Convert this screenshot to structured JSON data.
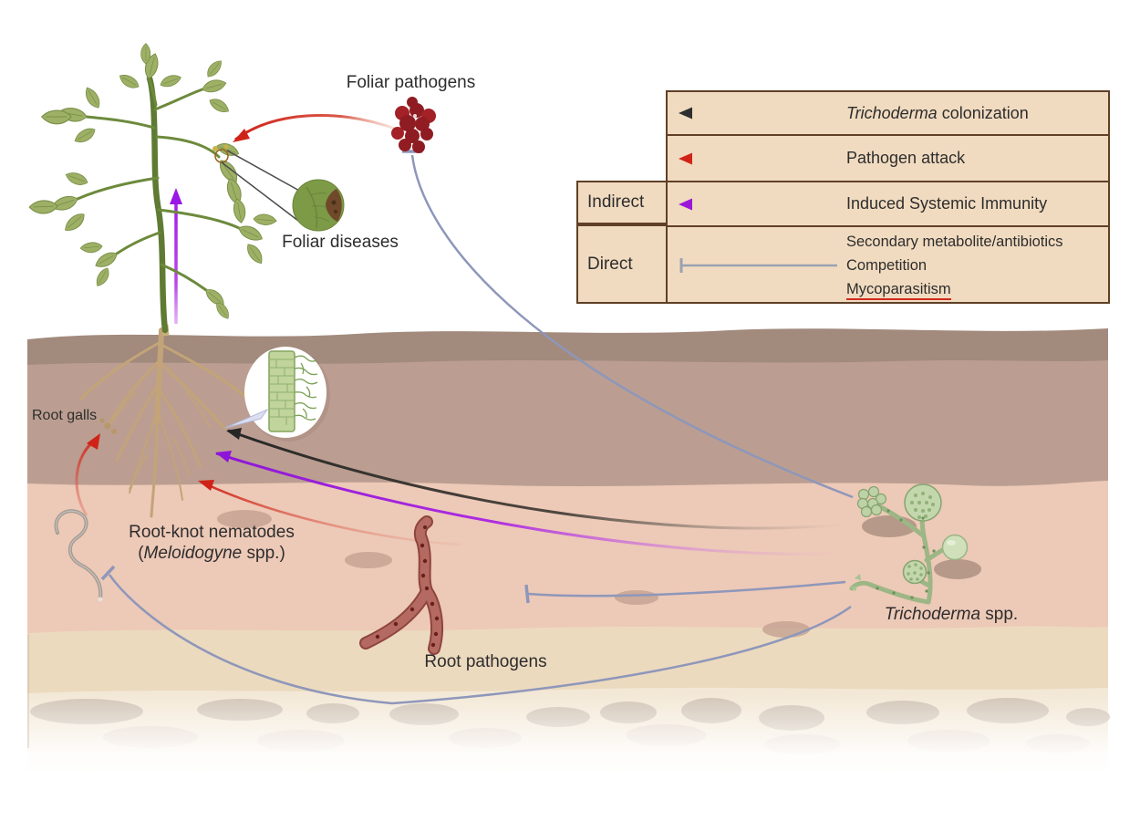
{
  "labels": {
    "foliar_pathogens": "Foliar pathogens",
    "foliar_diseases": "Foliar diseases",
    "root_galls": "Root galls",
    "nematodes_line1": "Root-knot nematodes",
    "nematodes_open": "(",
    "nematodes_italic": "Meloidogyne",
    "nematodes_close": " spp.)",
    "root_pathogens": "Root pathogens",
    "trichoderma_italic": "Trichoderma",
    "trichoderma_rest": " spp."
  },
  "legend": {
    "side_labels": {
      "indirect": "Indirect",
      "direct": "Direct"
    },
    "rows": [
      {
        "glyph": "black-arrow-left",
        "italic": "Trichoderma",
        "rest": " colonization"
      },
      {
        "glyph": "red-arrow-left",
        "label": "Pathogen attack"
      },
      {
        "glyph": "purple-arrow-left",
        "label": "Induced Systemic Immunity"
      },
      {
        "glyph": "blue-tbar-line",
        "lines": [
          "Secondary metabolite/antibiotics",
          "Competition",
          "Mycoparasitism"
        ]
      }
    ]
  },
  "colors": {
    "arrow_black": "#2e2e2e",
    "arrow_red": "#d02418",
    "arrow_purple": "#9b17d8",
    "arrow_blue_gray": "#8e97ba",
    "legend_bg": "#f1dbc0",
    "legend_border": "#5f4026",
    "soil_surface": "#a28a7d",
    "soil_upper": "#bb9e91",
    "soil_mid": "#edc9b7",
    "soil_lower": "#ecdabf",
    "soil_bottom": "#f3e8d6",
    "text": "#2d2d2d"
  }
}
